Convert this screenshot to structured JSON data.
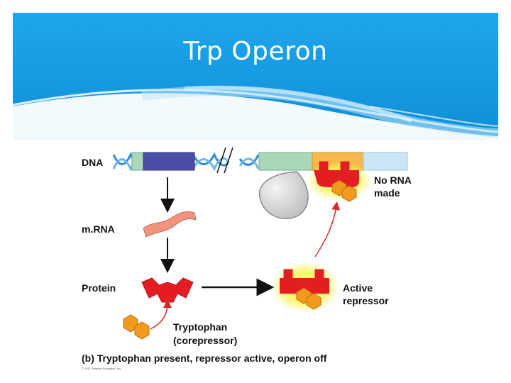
{
  "slide": {
    "title": "Trp Operon"
  },
  "diagram": {
    "labels": {
      "dna": "DNA",
      "mrna": "m.RNA",
      "protein": "Protein",
      "no_rna_line1": "No RNA",
      "no_rna_line2": "made",
      "active_line1": "Active",
      "active_line2": "repressor",
      "trp_line1": "Tryptophan",
      "trp_line2": "(corepressor)",
      "caption": "(b) Tryptophan present, repressor active, operon off",
      "copyright": "© 2011 Pearson Education, Inc."
    },
    "colors": {
      "header_blue": "#1aa3e8",
      "dna_helix": "#2f8fd4",
      "gene_purple": "#4a4ea6",
      "segment_green": "#a8d8b8",
      "operator_orange": "#f5b84a",
      "segment_lightblue": "#cce6f7",
      "repressor_red": "#e41d23",
      "tryptophan_orange": "#f29a1d",
      "mrna_salmon": "#f2937e",
      "polymerase_gray": "#d7d7d7",
      "glow_yellow": "#fff45a"
    }
  }
}
